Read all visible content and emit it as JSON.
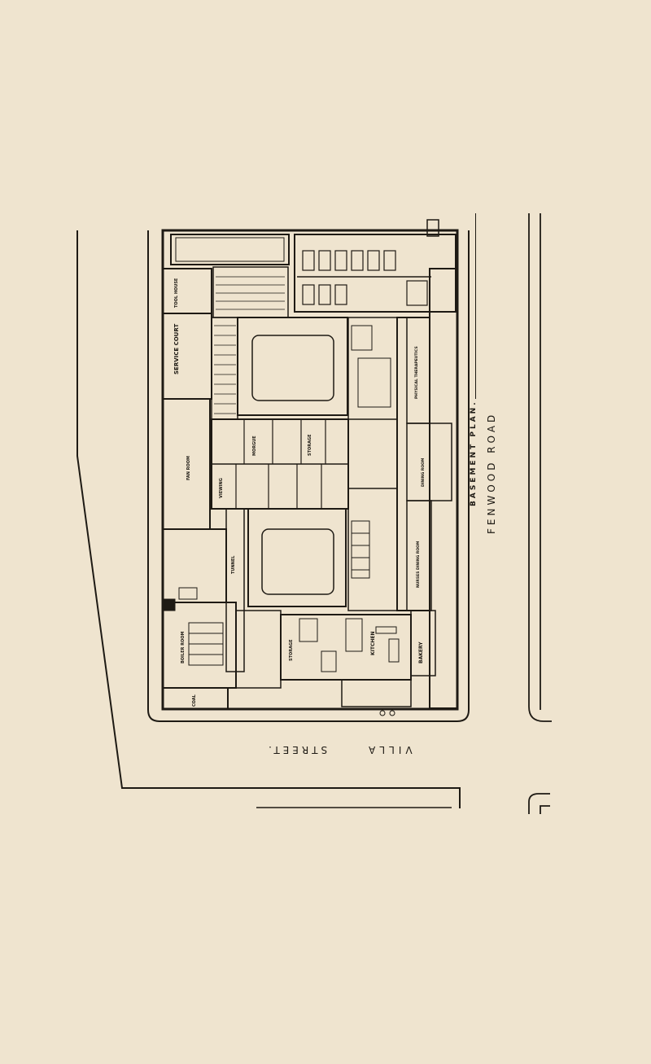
{
  "labels": {
    "basement_plan": "BASEMENT PLAN.",
    "fenwood_road": "FENWOOD ROAD",
    "villa_street_left": "VILLA",
    "villa_street_right": "STREET.",
    "service_court": "SERVICE COURT",
    "tool_house": "TOOL HOUSE",
    "fan_room": "FAN ROOM",
    "boiler_room": "BOILER ROOM",
    "coal": "COAL",
    "tunnel": "TUNNEL",
    "viewing": "VIEWING",
    "morgue": "MORGUE",
    "storage": "STORAGE",
    "storage_2": "STORAGE",
    "kitchen": "KITCHEN",
    "bakery": "BAKERY",
    "physical_therapeutics": "PHYSICAL THERAPEUTICS",
    "dining_room": "DINING ROOM",
    "nurses_dining_room": "NURSES DINING ROOM"
  },
  "colors": {
    "paper": "#efe4cf",
    "ink": "#1e1a14"
  }
}
